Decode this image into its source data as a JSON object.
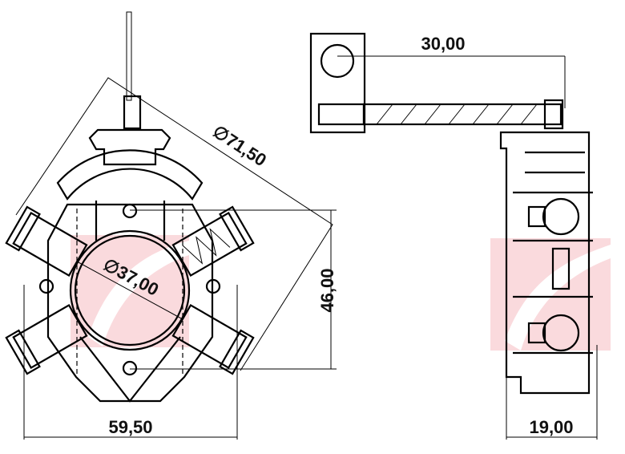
{
  "drawing": {
    "dimensions": {
      "outer_diameter": "∅71,50",
      "inner_diameter": "∅37,00",
      "hole_spacing": "46,00",
      "width": "59,50",
      "lead_length": "30,00",
      "depth": "19,00"
    },
    "colors": {
      "line": "#000000",
      "watermark": "#fadadd"
    }
  }
}
